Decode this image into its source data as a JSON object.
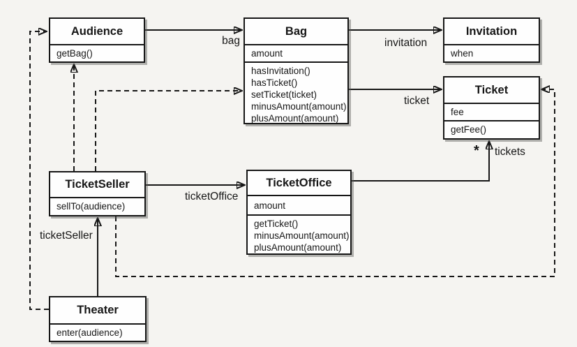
{
  "diagram": {
    "kind": "uml-class-diagram"
  },
  "classes": {
    "audience": {
      "name": "Audience",
      "attributes": [],
      "methods": [
        "getBag()"
      ]
    },
    "bag": {
      "name": "Bag",
      "attributes": [
        "amount"
      ],
      "methods": [
        "hasInvitation()",
        "hasTicket()",
        "setTicket(ticket)",
        "minusAmount(amount)",
        "plusAmount(amount)"
      ]
    },
    "invitation": {
      "name": "Invitation",
      "attributes": [
        "when"
      ],
      "methods": []
    },
    "ticket": {
      "name": "Ticket",
      "attributes": [
        "fee"
      ],
      "methods": [
        "getFee()"
      ]
    },
    "ticketSeller": {
      "name": "TicketSeller",
      "attributes": [],
      "methods": [
        "sellTo(audience)"
      ]
    },
    "ticketOffice": {
      "name": "TicketOffice",
      "attributes": [
        "amount"
      ],
      "methods": [
        "getTicket()",
        "minusAmount(amount)",
        "plusAmount(amount)"
      ]
    },
    "theater": {
      "name": "Theater",
      "attributes": [],
      "methods": [
        "enter(audience)"
      ]
    }
  },
  "labels": {
    "bag": "bag",
    "invitation": "invitation",
    "ticket": "ticket",
    "ticketOffice": "ticketOffice",
    "ticketSeller": "ticketSeller",
    "tickets": "tickets",
    "tickets_multiplicity": "*"
  },
  "relationships": [
    {
      "from": "Audience",
      "to": "Bag",
      "type": "association",
      "label": "bag"
    },
    {
      "from": "Bag",
      "to": "Invitation",
      "type": "association",
      "label": "invitation"
    },
    {
      "from": "Bag",
      "to": "Ticket",
      "type": "association",
      "label": "ticket"
    },
    {
      "from": "TicketSeller",
      "to": "TicketOffice",
      "type": "association",
      "label": "ticketOffice"
    },
    {
      "from": "TicketOffice",
      "to": "Ticket",
      "type": "association",
      "label": "tickets",
      "multiplicity": "*"
    },
    {
      "from": "Theater",
      "to": "TicketSeller",
      "type": "association",
      "label": "ticketSeller"
    },
    {
      "from": "Theater",
      "to": "Audience",
      "type": "dependency"
    },
    {
      "from": "TicketSeller",
      "to": "Audience",
      "type": "dependency"
    },
    {
      "from": "TicketSeller",
      "to": "Bag",
      "type": "dependency"
    },
    {
      "from": "TicketSeller",
      "to": "Ticket",
      "type": "dependency"
    }
  ],
  "colors": {
    "line": "#161616",
    "box_fill": "#fefefe",
    "background": "#f5f4f1"
  }
}
